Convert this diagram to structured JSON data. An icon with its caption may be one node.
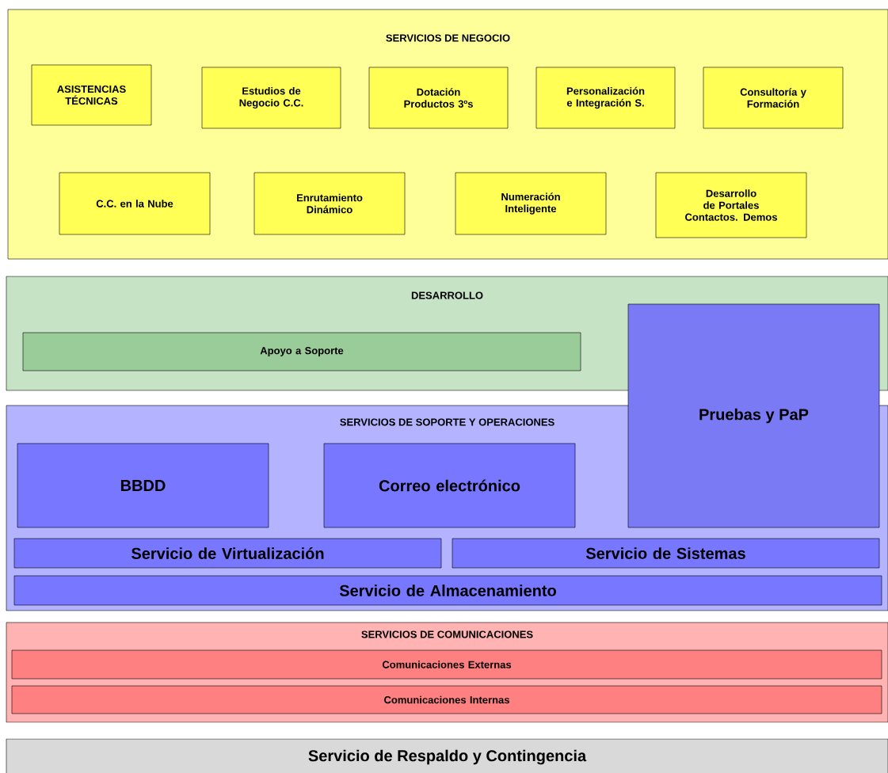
{
  "diagram": {
    "nodes": [
      {
        "text": [
          "SERVICIOS DE NEGOCIO"
        ]
      },
      {
        "text": [
          "ASISTENCIAS TÉCNICAS"
        ],
        "in": 0
      },
      {
        "text": [
          "Estudios de Negocio C.C."
        ],
        "in": 0
      },
      {
        "text": [
          "Dotación Productos 3ºs"
        ],
        "in": 0
      },
      {
        "text": [
          "Personalización e Integración S."
        ],
        "in": 0
      },
      {
        "text": [
          "Consultoría y Formación"
        ],
        "in": 0
      },
      {
        "text": [
          "C.C. en la Nube"
        ],
        "in": 0
      },
      {
        "text": [
          "Enrutamiento Dinámico"
        ],
        "in": 0
      },
      {
        "text": [
          "Numeración Inteligente"
        ],
        "in": 0
      },
      {
        "text": [
          "Desarrollo de Portales Contactos. Demos"
        ],
        "in": 0
      },
      {
        "text": [
          "DESARROLLO"
        ]
      },
      {
        "text": [
          "Apoyo a Soporte"
        ],
        "in": 10
      },
      {
        "text": [
          "Pruebas y PaP"
        ]
      },
      {
        "text": [
          "SERVICIOS DE SOPORTE Y OPERACIONES"
        ]
      },
      {
        "text": [
          "BBDD"
        ],
        "in": 13
      },
      {
        "text": [
          "Correo electrónico"
        ],
        "in": 13
      },
      {
        "text": [
          "Servicio de Virtualización"
        ],
        "in": 13
      },
      {
        "text": [
          "Servicio de Sistemas"
        ],
        "in": 13
      },
      {
        "text": [
          "Servicio de Almacenamiento"
        ],
        "in": 13
      },
      {
        "text": [
          "SERVICIOS DE COMUNICACIONES"
        ]
      },
      {
        "text": [
          "Comunicaciones Externas"
        ],
        "in": 19
      },
      {
        "text": [
          "Comunicaciones Internas"
        ],
        "in": 19
      },
      {
        "text": [
          "Servicio de Respaldo y Contingencia"
        ]
      }
    ]
  }
}
